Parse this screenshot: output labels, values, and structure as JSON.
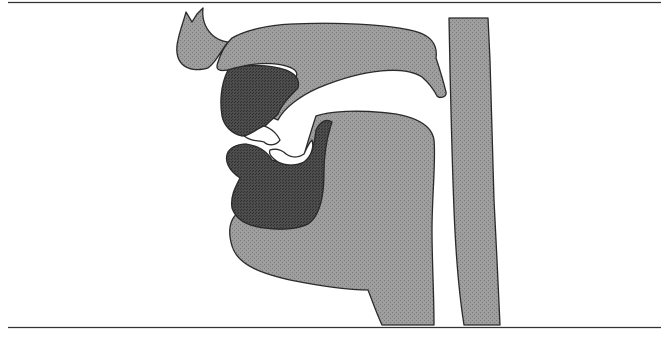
{
  "figure": {
    "description_parts": [
      "nasal-cavity",
      "upper-lip",
      "lower-lip",
      "tongue",
      "jaw-and-throat",
      "pharynx-wall"
    ]
  },
  "colors": {
    "background": "#ffffff",
    "rule": "#333333",
    "outline": "#2a2a2a",
    "stipple_light": "#9e9e9e",
    "stipple_light_dot": "#7a7a7a",
    "stipple_dark": "#4d4d4d",
    "stipple_dark_dot": "#2e2e2e"
  }
}
